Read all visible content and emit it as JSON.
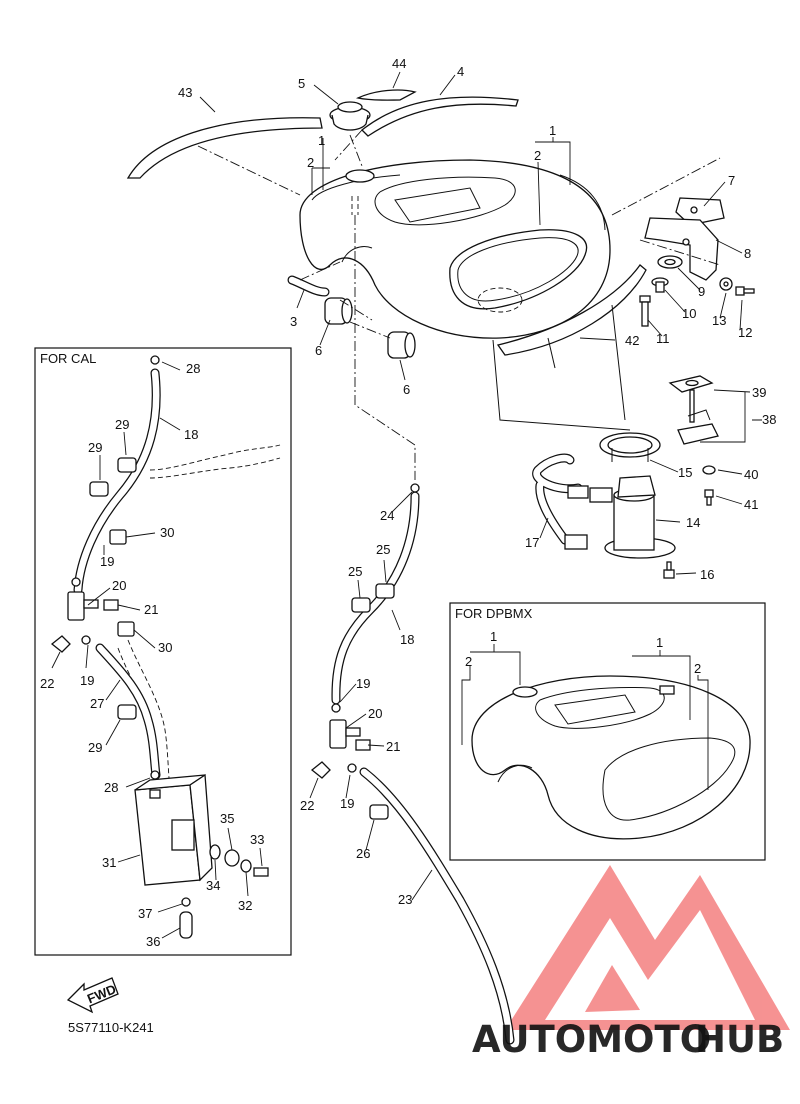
{
  "diagram": {
    "code": "5S77110-K241",
    "boxes": {
      "cal": "FOR CAL",
      "dpbmx": "FOR DPBMX"
    },
    "fwd_label": "FWD",
    "watermark": {
      "part1": "AUTOMOTO",
      "part2": "HUB",
      "color1": "#f6b27a",
      "color2": "#555555",
      "logo_color": "#f47f7f"
    },
    "labels": {
      "n1a": "1",
      "n2a": "2",
      "n1b": "1",
      "n2b": "2",
      "n3": "3",
      "n4": "4",
      "n5": "5",
      "n6a": "6",
      "n6b": "6",
      "n7": "7",
      "n8": "8",
      "n9": "9",
      "n10": "10",
      "n11": "11",
      "n12": "12",
      "n13": "13",
      "n14": "14",
      "n15": "15",
      "n16": "16",
      "n17": "17",
      "n18a": "18",
      "n18b": "18",
      "n19a": "19",
      "n19b": "19",
      "n19c": "19",
      "n19d": "19",
      "n20a": "20",
      "n20b": "20",
      "n21a": "21",
      "n21b": "21",
      "n22a": "22",
      "n22b": "22",
      "n23": "23",
      "n24": "24",
      "n25a": "25",
      "n25b": "25",
      "n26": "26",
      "n27": "27",
      "n28a": "28",
      "n28b": "28",
      "n29a": "29",
      "n29b": "29",
      "n29c": "29",
      "n30a": "30",
      "n30b": "30",
      "n31": "31",
      "n32": "32",
      "n33": "33",
      "n34": "34",
      "n35": "35",
      "n36": "36",
      "n37": "37",
      "n38": "38",
      "n39": "39",
      "n40": "40",
      "n41": "41",
      "n42": "42",
      "n43": "43",
      "n44": "44",
      "d1a": "1",
      "d2a": "2",
      "d1b": "1",
      "d2b": "2"
    }
  }
}
